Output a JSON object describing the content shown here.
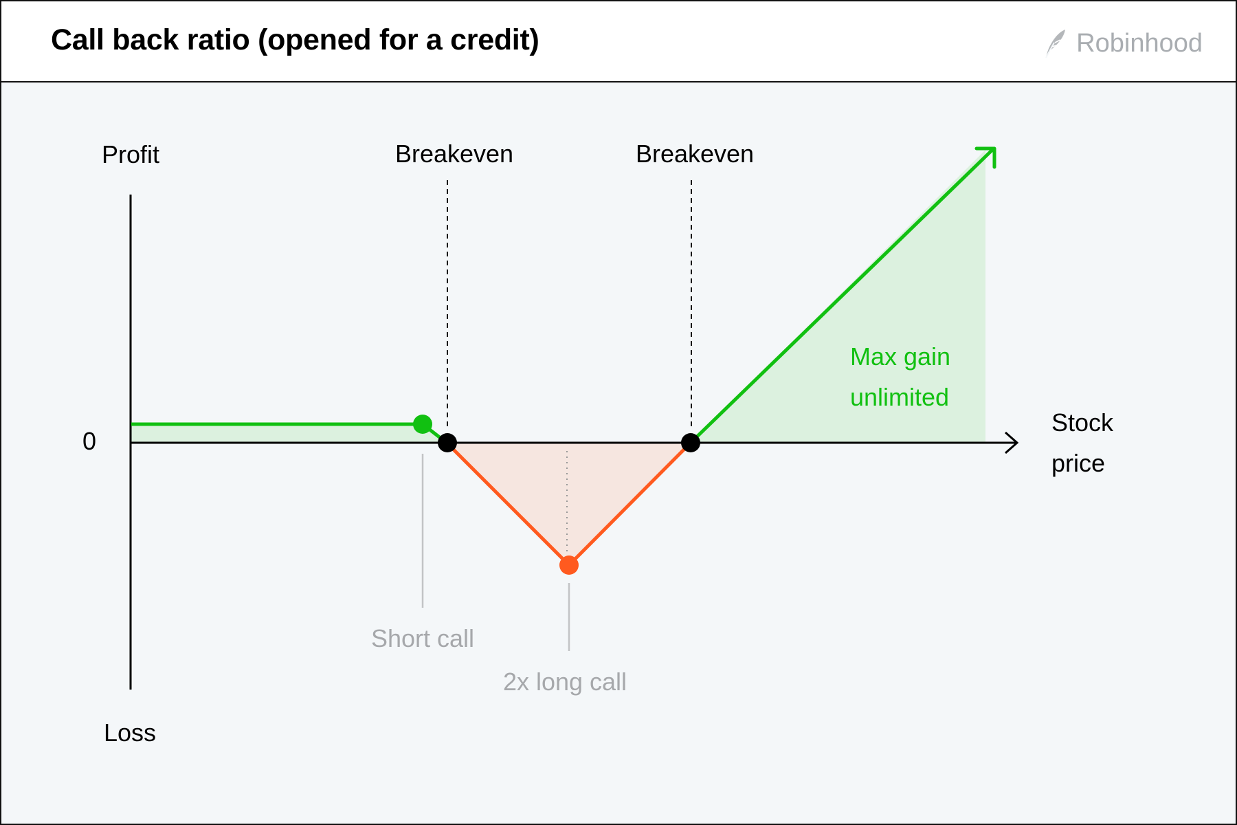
{
  "header": {
    "title": "Call back ratio (opened for a credit)",
    "brand": "Robinhood",
    "brand_icon": "feather-icon"
  },
  "colors": {
    "gain": "#11c011",
    "gain_fill": "#dcf1df",
    "loss": "#ff5a1f",
    "loss_fill": "#f6e6e0",
    "axis": "#000000",
    "muted": "#a6a8ab",
    "breakeven_point": "#000000"
  },
  "chart_data": {
    "type": "line",
    "axes": {
      "y_top_label": "Profit",
      "y_bottom_label": "Loss",
      "zero_label": "0",
      "x_label_line1": "Stock",
      "x_label_line2": "price"
    },
    "markers": {
      "breakeven_left": "Breakeven",
      "breakeven_right": "Breakeven",
      "short_call": "Short call",
      "long_call": "2x long call",
      "max_gain_line1": "Max gain",
      "max_gain_line2": "unlimited"
    }
  }
}
